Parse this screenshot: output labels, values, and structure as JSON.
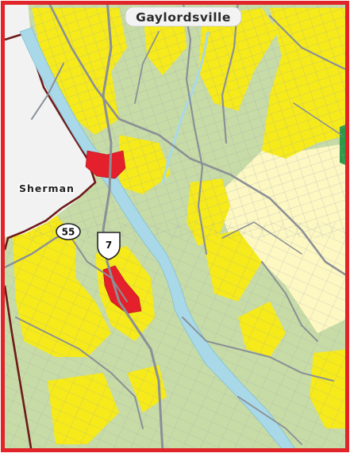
{
  "map": {
    "place_labels": {
      "north": "Gaylordsville",
      "west": "Sherman"
    },
    "route_shields": {
      "state_route": "55",
      "us_route": "7"
    },
    "colors": {
      "frame": "#e0242a",
      "state_boundary": "#6e1a1a",
      "lake_area": "#f2f2f2",
      "river": "#a9d9e8",
      "road": "#8a9096",
      "parcel_line": "#9da7ad",
      "land_green": "#c7dba6",
      "land_yellow": "#f6ea1a",
      "land_pale_yellow": "#fdf7c2",
      "land_red": "#e3202b",
      "land_dark_green": "#2e9a48"
    }
  }
}
